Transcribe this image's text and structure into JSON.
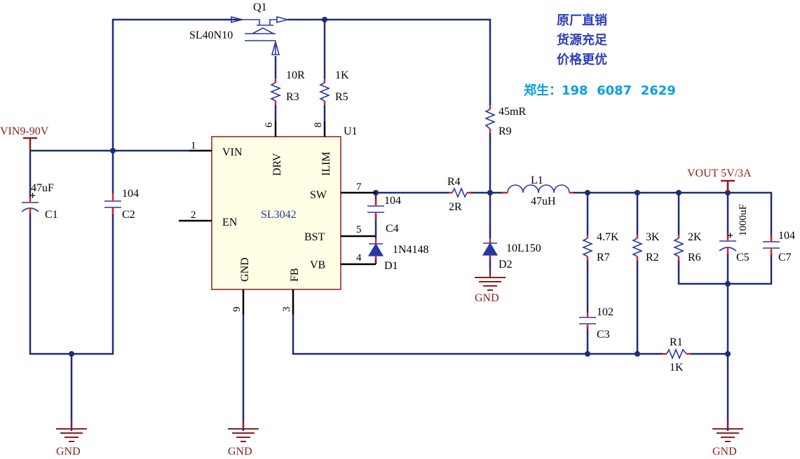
{
  "ad": {
    "line1": "原厂直销",
    "line2": "货源充足",
    "line3": "价格更优",
    "phone": "郑生：198  6087  2629"
  },
  "nets": {
    "vin": "VIN9-90V",
    "vout": "VOUT 5V/3A",
    "gnd_left": "GND",
    "gnd_mid": "GND",
    "gnd_d2": "GND",
    "gnd_right": "GND"
  },
  "ic": {
    "ref": "U1",
    "part": "SL3042",
    "pins": {
      "vin": "VIN",
      "en": "EN",
      "drv": "DRV",
      "ilim": "ILIM",
      "sw": "SW",
      "bst": "BST",
      "vb": "VB",
      "gnd": "GND",
      "fb": "FB"
    },
    "pin_numbers": {
      "vin": "1",
      "en": "2",
      "fb": "3",
      "vb": "4",
      "bst": "5",
      "drv": "6",
      "sw": "7",
      "ilim": "8",
      "gnd": "9"
    }
  },
  "components": {
    "q1": {
      "ref": "Q1",
      "value": "SL40N10"
    },
    "r3": {
      "ref": "R3",
      "value": "10R"
    },
    "r5": {
      "ref": "R5",
      "value": "1K"
    },
    "r9": {
      "ref": "R9",
      "value": "45mR"
    },
    "r4": {
      "ref": "R4",
      "value": "2R"
    },
    "l1": {
      "ref": "L1",
      "value": "47uH"
    },
    "c1": {
      "ref": "C1",
      "value": "47uF"
    },
    "c2": {
      "ref": "C2",
      "value": "104"
    },
    "c4": {
      "ref": "C4",
      "value": "104"
    },
    "d1": {
      "ref": "D1",
      "value": "1N4148"
    },
    "d2": {
      "ref": "D2",
      "value": "10L150"
    },
    "r7": {
      "ref": "R7",
      "value": "4.7K"
    },
    "r2": {
      "ref": "R2",
      "value": "3K"
    },
    "r6": {
      "ref": "R6",
      "value": "2K"
    },
    "c5": {
      "ref": "C5",
      "value": "1000uF"
    },
    "c7": {
      "ref": "C7",
      "value": "104"
    },
    "c3": {
      "ref": "C3",
      "value": "102"
    },
    "r1": {
      "ref": "R1",
      "value": "1K"
    }
  }
}
